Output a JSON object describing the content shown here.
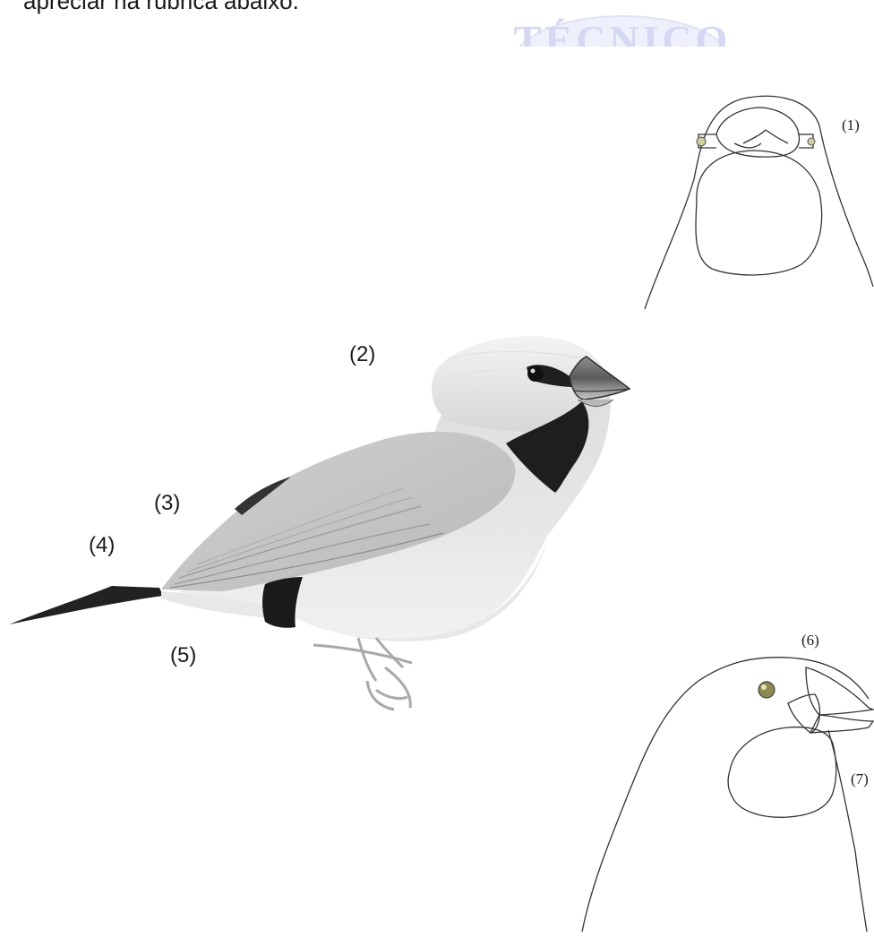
{
  "intro_text": "apreciar na rubrica abaixo.",
  "watermark": {
    "text": "TÉCNICO",
    "color": "#3a3fb0"
  },
  "bird_labels": {
    "label_2": "(2)",
    "label_3": "(3)",
    "label_4": "(4)",
    "label_5": "(5)"
  },
  "sketch_labels": {
    "label_1": "(1)",
    "label_6": "(6)",
    "label_7": "(7)"
  }
}
